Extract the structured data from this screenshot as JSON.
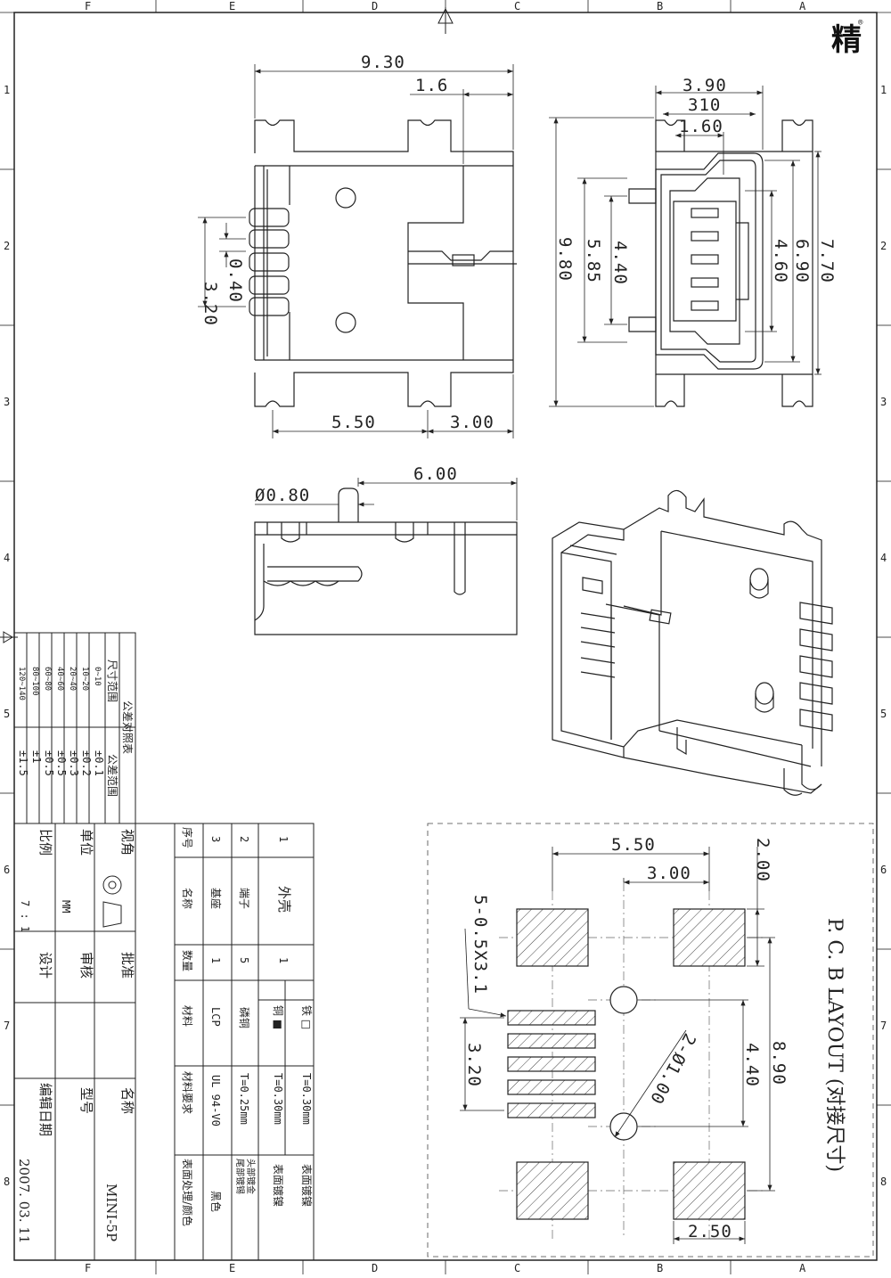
{
  "brand_mark": "精",
  "brand_reg": "®",
  "border": {
    "letters_top": [
      "F",
      "E",
      "D",
      "C",
      "B",
      "A"
    ],
    "letters_bottom": [
      "F",
      "E",
      "D",
      "C",
      "B",
      "A"
    ],
    "numbers_left": [
      "1",
      "2",
      "3",
      "4",
      "5",
      "6",
      "7",
      "8"
    ],
    "numbers_right": [
      "1",
      "2",
      "3",
      "4",
      "5",
      "6",
      "7",
      "8"
    ]
  },
  "top_view": {
    "dims": {
      "overall_width": "9.30",
      "tab_width": "1.6",
      "pin_span": "3.20",
      "pin_pitch": "0.40",
      "front_depth": "5.50",
      "rear_depth": "3.00"
    }
  },
  "front_view": {
    "dims": {
      "outer_width": "3.90",
      "mid_width": "310",
      "inner_width": "1.60",
      "overall_height": "9.80",
      "peg_span": "5.85",
      "inner_height": "4.40",
      "cavity_height": "4.60",
      "shell_height": "6.90",
      "body_height": "7.70"
    }
  },
  "side_view": {
    "dims": {
      "depth": "6.00",
      "post_dia": "Ø0.80"
    }
  },
  "pcb_layout": {
    "title": "P. C. B LAYOUT (对接尺寸)",
    "dims": {
      "width_outer": "5.50",
      "width_inner": "3.00",
      "pad_height": "2.00",
      "pad_spec": "5-0.5X3.1",
      "pin_span": "3.20",
      "holes": "2-Ø1.00",
      "hole_span": "4.40",
      "total_span": "8.90",
      "pad_width": "2.50"
    }
  },
  "tolerance_table": {
    "title": "公差对照表",
    "col_range": "尺寸范围",
    "col_tol": "公差范围",
    "rows": [
      {
        "range": "0~10",
        "tol": "±0.1"
      },
      {
        "range": "10~20",
        "tol": "±0.2"
      },
      {
        "range": "20~40",
        "tol": "±0.3"
      },
      {
        "range": "40~60",
        "tol": "±0.5"
      },
      {
        "range": "60~80",
        "tol": "±0.5"
      },
      {
        "range": "80~100",
        "tol": "±1"
      },
      {
        "range": "120~140",
        "tol": "±1.5"
      }
    ]
  },
  "title_block": {
    "view_angle_label": "视角",
    "unit_label": "单位",
    "unit_value": "MM",
    "scale_label": "比例",
    "scale_value": "7 : 1",
    "approve_label": "批准",
    "review_label": "审核",
    "design_label": "设计",
    "name_label": "名称",
    "name_value": "",
    "model_label": "型号",
    "model_value": "MINI-5P",
    "date_label": "编辑日期",
    "date_value": "2007. 03. 11"
  },
  "bom": {
    "headers": {
      "no": "序号",
      "name": "名称",
      "qty": "数量",
      "material": "材料",
      "mat_req": "材料要求",
      "finish": "表面处理/颜色"
    },
    "rows": [
      {
        "no": "1",
        "name": "外壳",
        "qty": "1",
        "material_a": "铁 □",
        "material_b": "铜 ■",
        "mat_req_a": "T=0.30mm",
        "mat_req_b": "T=0.30mm",
        "finish_a": "表面镀镍",
        "finish_b": "表面镀镍"
      },
      {
        "no": "2",
        "name": "端子",
        "qty": "5",
        "material": "磷铜",
        "mat_req": "T=0.25mm",
        "finish_a": "头部镀金",
        "finish_b": "尾部镀锡"
      },
      {
        "no": "3",
        "name": "基座",
        "qty": "1",
        "material": "LCP",
        "mat_req": "UL 94-V0",
        "finish": "黑色"
      }
    ]
  }
}
